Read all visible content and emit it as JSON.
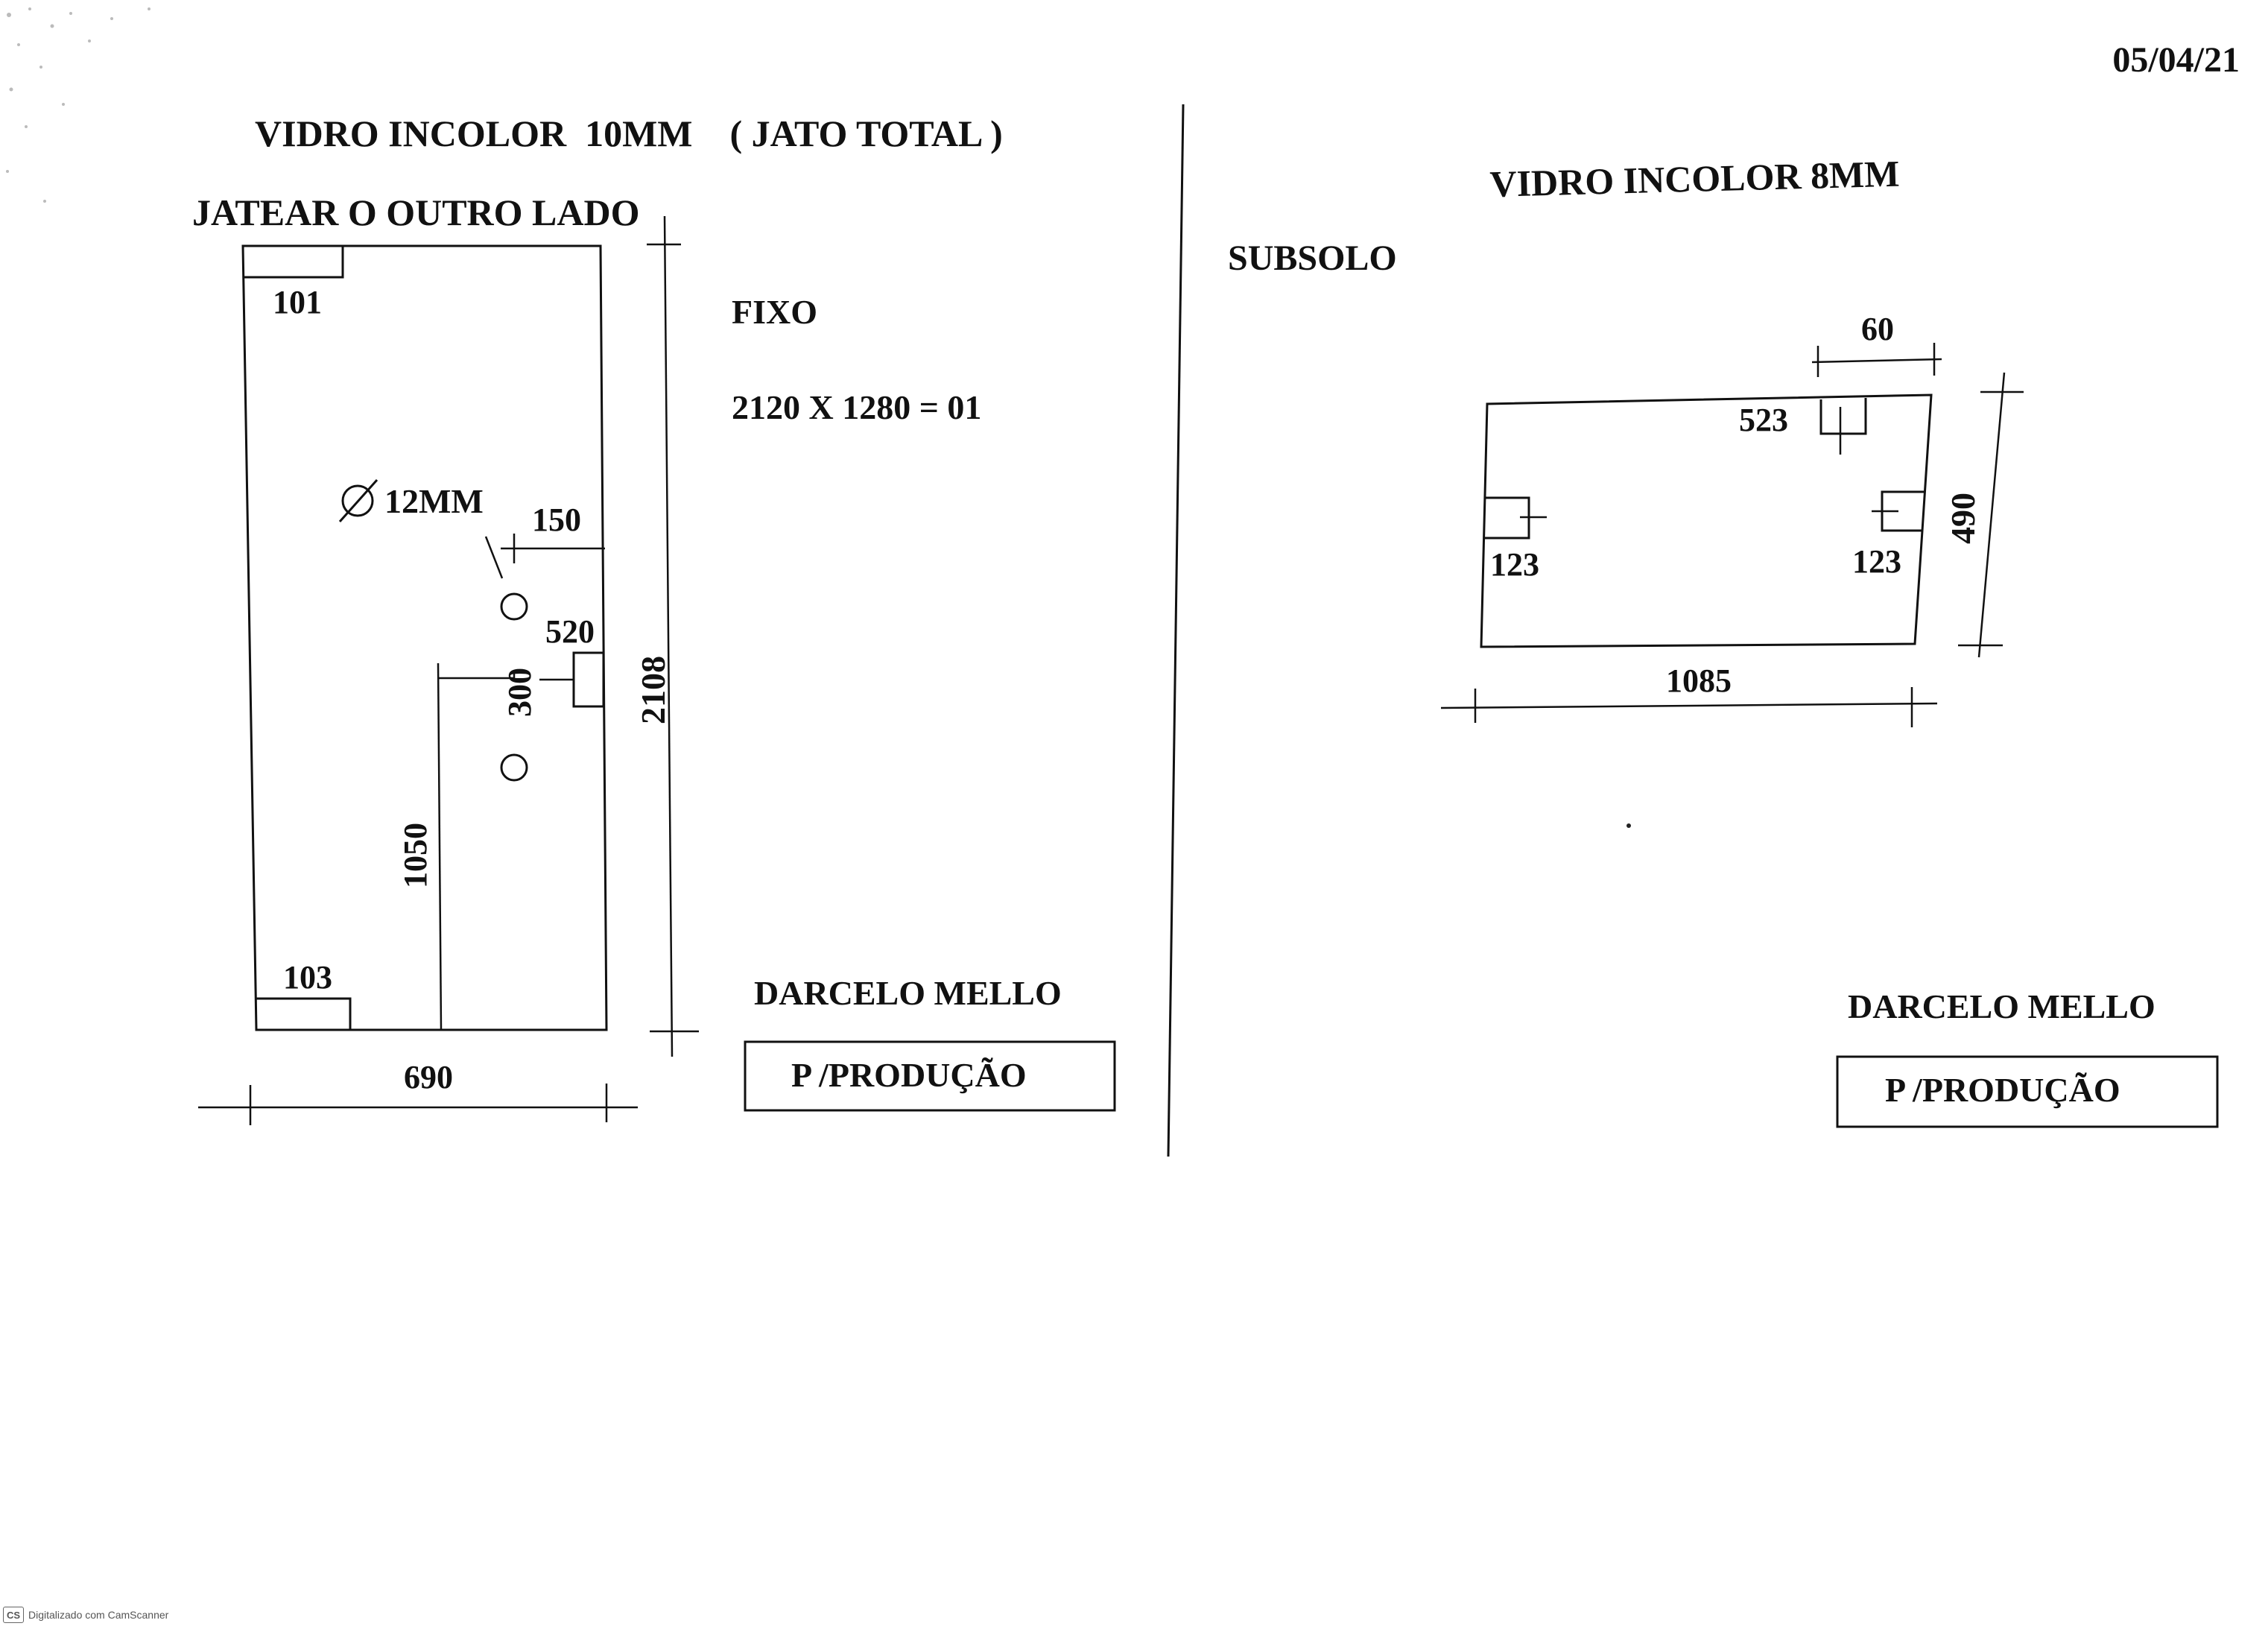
{
  "header": {
    "date": "05/04/21"
  },
  "left_sheet": {
    "title": "VIDRO INCOLOR  10MM    ( JATO TOTAL )",
    "note": "JATEAR O OUTRO LADO",
    "type_label": "FIXO",
    "size_qty": "2120 X 1280 = 01",
    "hole_diameter": "12MM",
    "dims": {
      "notch_top": "101",
      "notch_bottom": "103",
      "hole_edge": "150",
      "hinge_pos": "520",
      "hole_spacing": "300",
      "from_bottom": "1050",
      "height": "2108",
      "width": "690"
    },
    "client": "DARCELO MELLO",
    "stamp": "P /PRODUÇÃO"
  },
  "right_sheet": {
    "title": "VIDRO INCOLOR 8MM",
    "location": "SUBSOLO",
    "dims": {
      "notch_width": "60",
      "notch_top_pos": "523",
      "notch_left_pos": "123",
      "notch_right_pos": "123",
      "height": "490",
      "width": "1085"
    },
    "client": "DARCELO MELLO",
    "stamp": "P /PRODUÇÃO"
  },
  "footer": {
    "scanner_badge": "CS",
    "scanner_text": "Digitalizado com CamScanner"
  }
}
